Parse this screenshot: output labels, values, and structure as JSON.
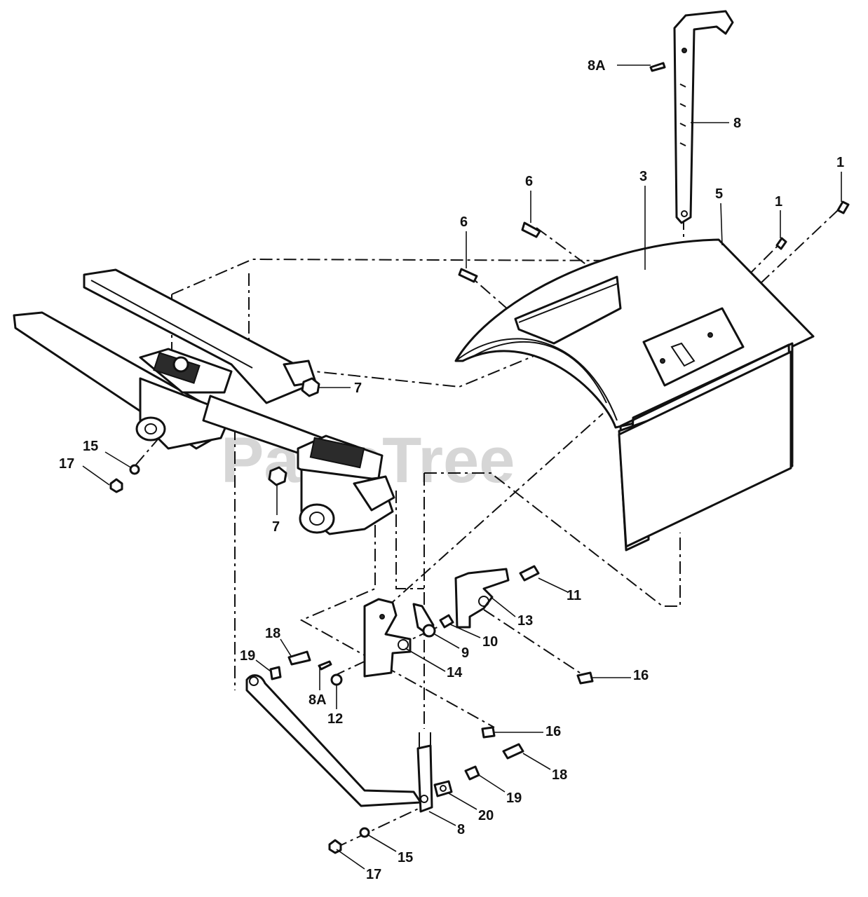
{
  "watermark": "PartsTree",
  "callouts": [
    {
      "id": "c-8a-top",
      "text": "8A"
    },
    {
      "id": "c-8-top",
      "text": "8"
    },
    {
      "id": "c-1-right",
      "text": "1"
    },
    {
      "id": "c-1-mid",
      "text": "1"
    },
    {
      "id": "c-5",
      "text": "5"
    },
    {
      "id": "c-3",
      "text": "3"
    },
    {
      "id": "c-6-top",
      "text": "6"
    },
    {
      "id": "c-6-left",
      "text": "6"
    },
    {
      "id": "c-7-top",
      "text": "7"
    },
    {
      "id": "c-7-bottom",
      "text": "7"
    },
    {
      "id": "c-15-left",
      "text": "15"
    },
    {
      "id": "c-17-left",
      "text": "17"
    },
    {
      "id": "c-11",
      "text": "11"
    },
    {
      "id": "c-13",
      "text": "13"
    },
    {
      "id": "c-10",
      "text": "10"
    },
    {
      "id": "c-9",
      "text": "9"
    },
    {
      "id": "c-16-right",
      "text": "16"
    },
    {
      "id": "c-14",
      "text": "14"
    },
    {
      "id": "c-18-left",
      "text": "18"
    },
    {
      "id": "c-19-left",
      "text": "19"
    },
    {
      "id": "c-8a-bottom",
      "text": "8A"
    },
    {
      "id": "c-12",
      "text": "12"
    },
    {
      "id": "c-16-bottom",
      "text": "16"
    },
    {
      "id": "c-18-right",
      "text": "18"
    },
    {
      "id": "c-19-right",
      "text": "19"
    },
    {
      "id": "c-20",
      "text": "20"
    },
    {
      "id": "c-8-bottom",
      "text": "8"
    },
    {
      "id": "c-15-bottom",
      "text": "15"
    },
    {
      "id": "c-17-bottom",
      "text": "17"
    }
  ]
}
